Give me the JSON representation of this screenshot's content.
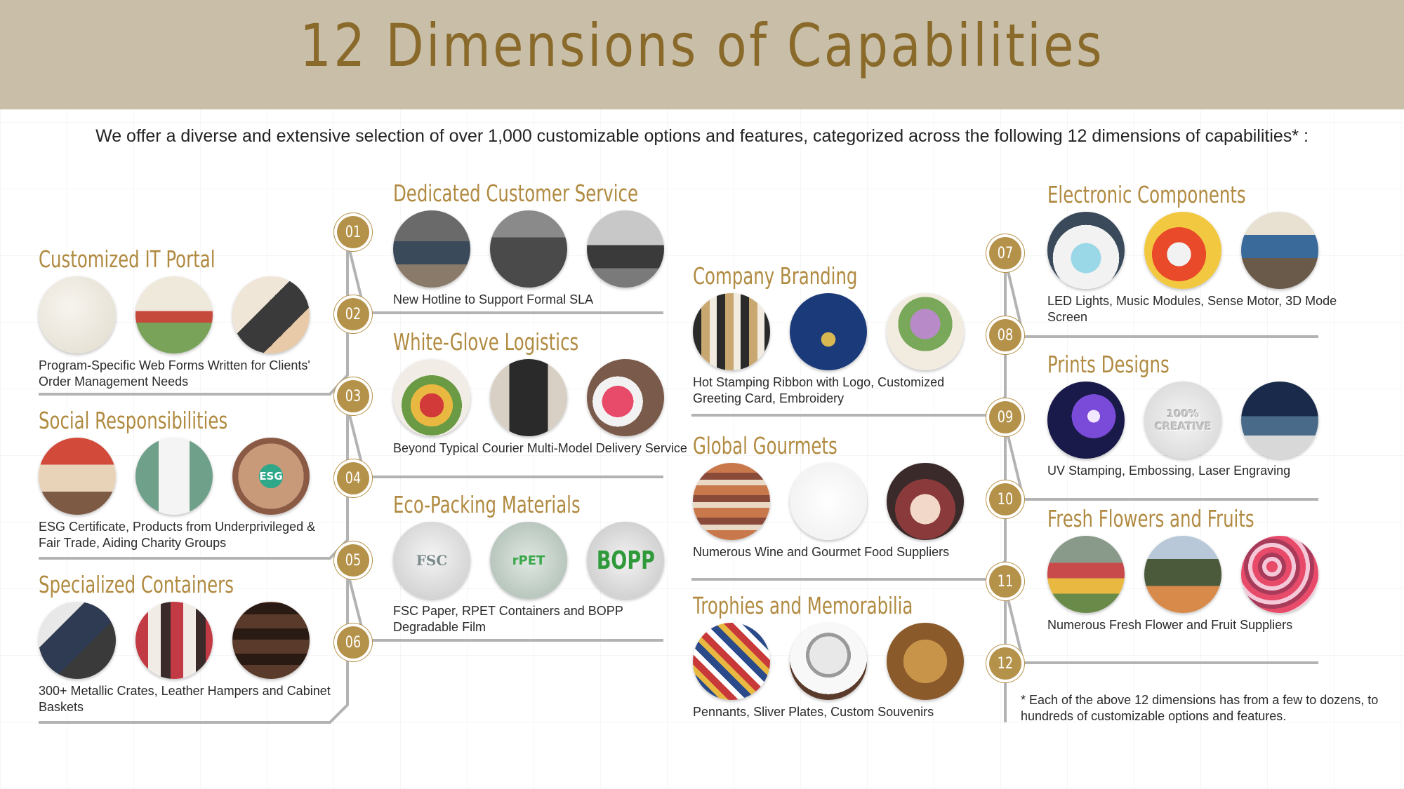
{
  "header": {
    "title": "12 Dimensions of Capabilities"
  },
  "intro": "We offer a diverse and extensive selection of over 1,000 customizable options and features, categorized across the following 12 dimensions of capabilities* :",
  "badges": [
    "01",
    "02",
    "03",
    "04",
    "05",
    "06",
    "07",
    "08",
    "09",
    "10",
    "11",
    "12"
  ],
  "categories": [
    {
      "title": "Customized IT Portal",
      "description": "Program-Specific Web Forms Written for Clients' Order Management Needs"
    },
    {
      "title": "Social Responsibilities",
      "description": "ESG Certificate, Products from Underprivileged & Fair Trade, Aiding Charity Groups",
      "image_labels": [
        "ESG"
      ]
    },
    {
      "title": "Specialized Containers",
      "description": "300+ Metallic Crates, Leather Hampers and Cabinet Baskets"
    },
    {
      "title": "Dedicated Customer Service",
      "description": "New Hotline to Support Formal SLA"
    },
    {
      "title": "White-Glove Logistics",
      "description": "Beyond Typical Courier Multi-Model Delivery Service"
    },
    {
      "title": "Eco-Packing Materials",
      "description": "FSC Paper, RPET Containers and BOPP Degradable Film",
      "image_labels": [
        "FSC",
        "rPET",
        "BOPP"
      ]
    },
    {
      "title": "Company Branding",
      "description": "Hot Stamping Ribbon with Logo, Customized Greeting Card, Embroidery"
    },
    {
      "title": "Global Gourmets",
      "description": "Numerous Wine and Gourmet Food Suppliers"
    },
    {
      "title": "Trophies and Memorabilia",
      "description": "Pennants, Sliver Plates, Custom Souvenirs"
    },
    {
      "title": "Electronic Components",
      "description": "LED Lights, Music Modules, Sense Motor, 3D Mode Screen"
    },
    {
      "title": "Prints Designs",
      "description": "UV Stamping, Embossing, Laser Engraving",
      "image_labels": [
        "100% CREATIVE"
      ]
    },
    {
      "title": "Fresh Flowers and Fruits",
      "description": "Numerous Fresh Flower and Fruit Suppliers"
    }
  ],
  "footnote": "* Each of the above 12 dimensions has from a few to dozens, to hundreds of customizable options and features.",
  "colors": {
    "header_bg": "#c9bfa9",
    "accent": "#b5924a",
    "title": "#8a6a2a"
  }
}
